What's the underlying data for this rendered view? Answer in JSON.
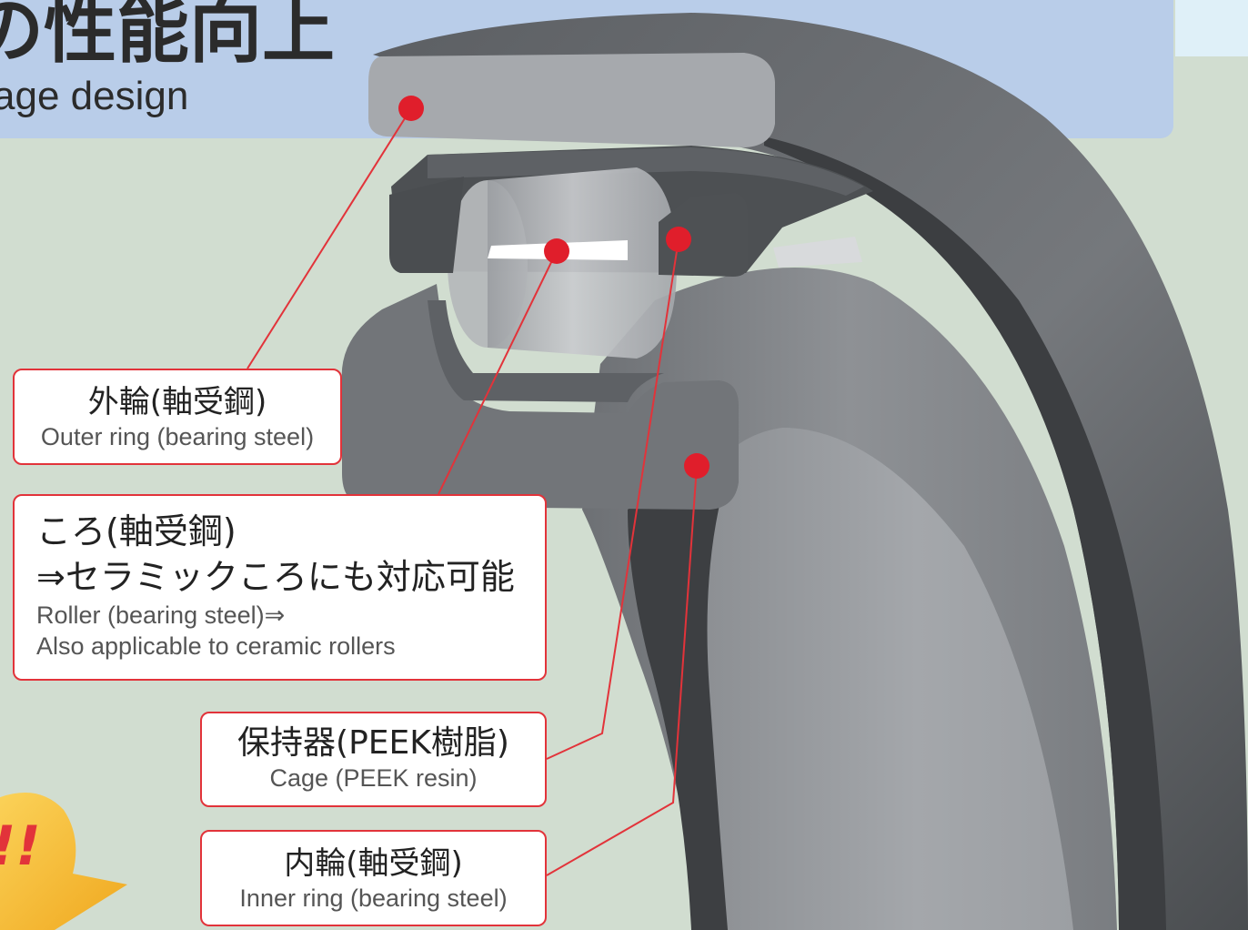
{
  "header": {
    "title": "の性能向上",
    "subtitle": "age design"
  },
  "badge": {
    "text": "!!"
  },
  "callouts": {
    "outer_ring": {
      "jp": "外輪(軸受鋼)",
      "en": "Outer ring (bearing steel)"
    },
    "roller": {
      "jp_line1": "ころ(軸受鋼)",
      "jp_line2": "⇒セラミックころにも対応可能",
      "en_line1": "Roller (bearing steel)⇒",
      "en_line2": "Also applicable to ceramic rollers"
    },
    "cage": {
      "jp": "保持器(PEEK樹脂)",
      "en": "Cage (PEEK resin)"
    },
    "inner_ring": {
      "jp": "内輪(軸受鋼)",
      "en": "Inner ring (bearing steel)"
    }
  },
  "colors": {
    "header_background": "#b9cde9",
    "page_background": "#d1ddd0",
    "leader_line": "#e2333a",
    "marker_dot": "#e01e2b",
    "badge_fill": "#f6bd2f",
    "bearing_steel": "#6f7276"
  }
}
